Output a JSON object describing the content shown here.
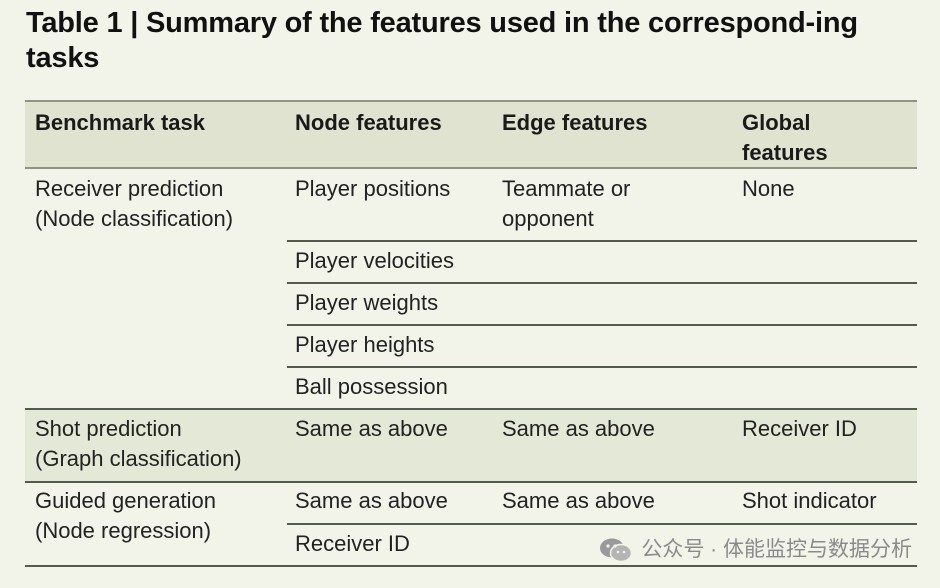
{
  "title": "Table 1 | Summary of the features used in the correspond-ing tasks",
  "headers": {
    "task": "Benchmark task",
    "node": "Node features",
    "edge": "Edge features",
    "global": "Global features"
  },
  "rows": {
    "receiver": {
      "task_line1": "Receiver prediction",
      "task_line2": "(Node classification)",
      "node": [
        "Player positions",
        "Player velocities",
        "Player weights",
        "Player heights",
        "Ball possession"
      ],
      "edge_line1": "Teammate or",
      "edge_line2": "opponent",
      "global": "None"
    },
    "shot": {
      "task_line1": "Shot prediction",
      "task_line2": "(Graph classification)",
      "node": "Same as above",
      "edge": "Same as above",
      "global": "Receiver ID"
    },
    "guided": {
      "task_line1": "Guided generation",
      "task_line2": "(Node regression)",
      "node": [
        "Same as above",
        "Receiver ID"
      ],
      "edge": "Same as above",
      "global": "Shot indicator"
    }
  },
  "watermark": {
    "text": "公众号 · 体能监控与数据分析",
    "icon": "wechat-icon"
  }
}
